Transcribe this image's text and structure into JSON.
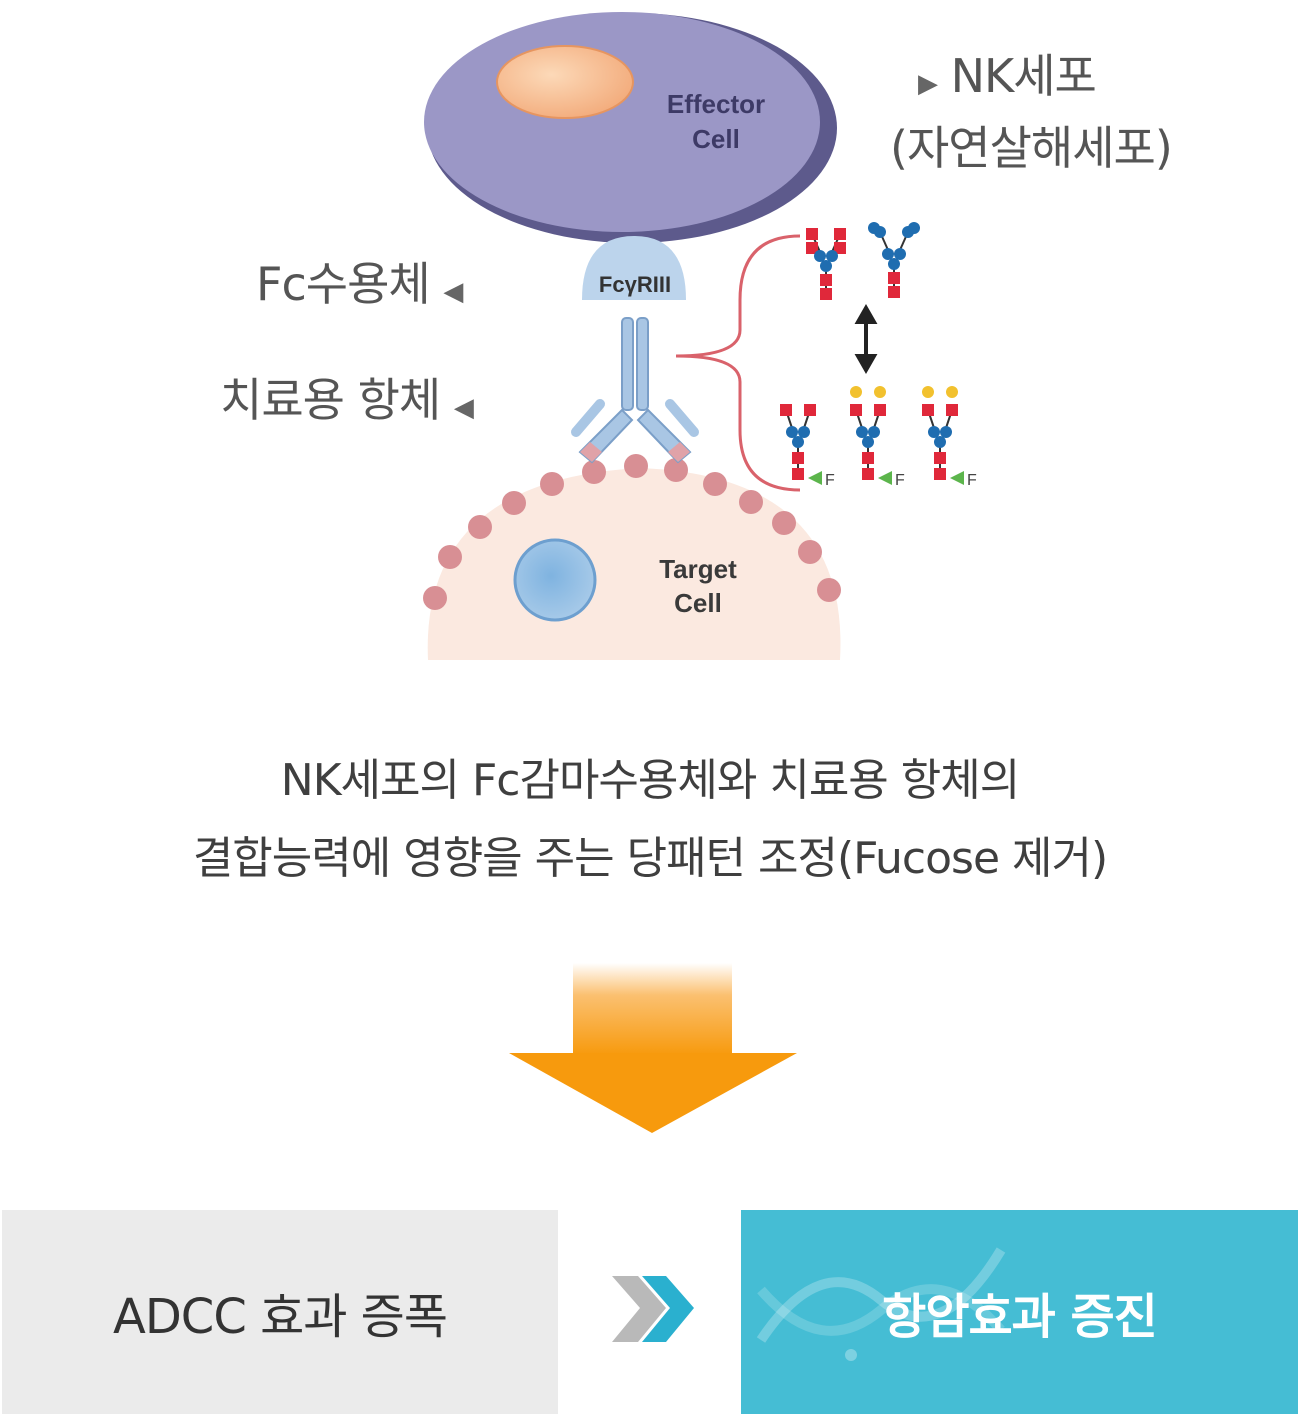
{
  "diagram": {
    "effector_cell_label_line1": "Effector",
    "effector_cell_label_line2": "Cell",
    "receptor_label": "FcγRIII",
    "target_cell_label_line1": "Target",
    "target_cell_label_line2": "Cell",
    "fucose_marker": "F"
  },
  "labels": {
    "nk_cell_line1": "NK세포",
    "nk_cell_line2": "(자연살해세포)",
    "fc_receptor": "Fc수용체",
    "therapeutic_antibody": "치료용 항체"
  },
  "caption": {
    "line1": "NK세포의 Fc감마수용체와 치료용 항체의",
    "line2": "결합능력에 영향을 주는 당패턴 조정(Fucose 제거)"
  },
  "results": {
    "left": "ADCC 효과 증폭",
    "right": "항암효과 증진"
  },
  "colors": {
    "effector_cell": "#9b97c6",
    "nucleus": "#f5b98a",
    "target_cell": "#fbe9e0",
    "dots": "#d88f94",
    "arrow": "#f79a0d",
    "accent_box": "#45bdd4",
    "glycan_red": "#e0283a",
    "glycan_blue": "#1f6db0",
    "glycan_yellow": "#f2c12e",
    "fucose_green": "#5cb54c"
  }
}
